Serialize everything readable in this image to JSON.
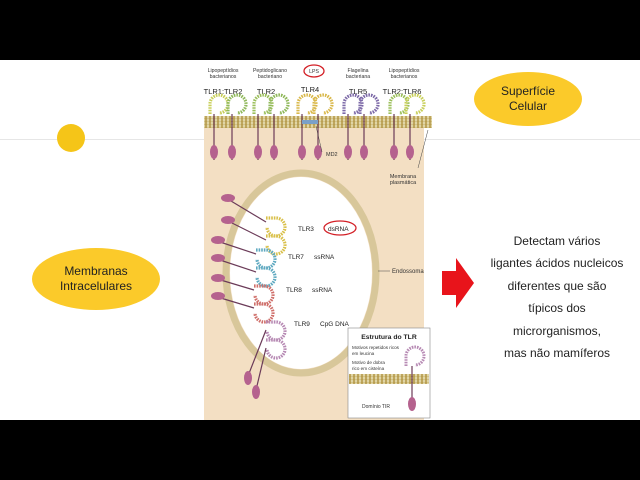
{
  "bubbles": {
    "superficie": [
      "Superfície",
      "Celular"
    ],
    "membranas": [
      "Membranas",
      "Intracelulares"
    ]
  },
  "description_lines": [
    "Detectam vários",
    "ligantes ácidos nucleicos",
    "diferentes que são",
    "típicos dos",
    "microrganismos,",
    "mas não mamíferos"
  ],
  "figure": {
    "surface_ligands": [
      [
        "Lipopeptídios",
        "bacterianos"
      ],
      [
        "Peptidoglicano",
        "bacteriano"
      ],
      [
        "LPS"
      ],
      [
        "Flagelina",
        "bacteriana"
      ],
      [
        "Lipopeptídios",
        "bacterianos"
      ]
    ],
    "surface_receptors": [
      "TLR1:TLR2",
      "TLR2",
      "TLR4",
      "TLR5",
      "TLR2:TLR6"
    ],
    "md2_label": "MD2",
    "membrane_label": [
      "Membrana",
      "plasmática"
    ],
    "endosome_label": "Endossoma",
    "endosomal_receptors": [
      {
        "name": "TLR3",
        "ligand": "dsRNA"
      },
      {
        "name": "TLR7",
        "ligand": "ssRNA"
      },
      {
        "name": "TLR8",
        "ligand": "ssRNA"
      },
      {
        "name": "TLR9",
        "ligand": "CpG DNA"
      }
    ],
    "inset": {
      "title": "Estrutura do TLR",
      "lrr": [
        "Motivos repetidos ricos",
        "em leucina"
      ],
      "cys": [
        "Motivo de dobra",
        "rico em cisteína"
      ],
      "tir": "Domínio TIR"
    }
  },
  "colors": {
    "bubble": "#fbca2a",
    "accent_dot": "#f5c518",
    "arrow": "#e8141b",
    "highlight_circle": "#d31f26"
  }
}
